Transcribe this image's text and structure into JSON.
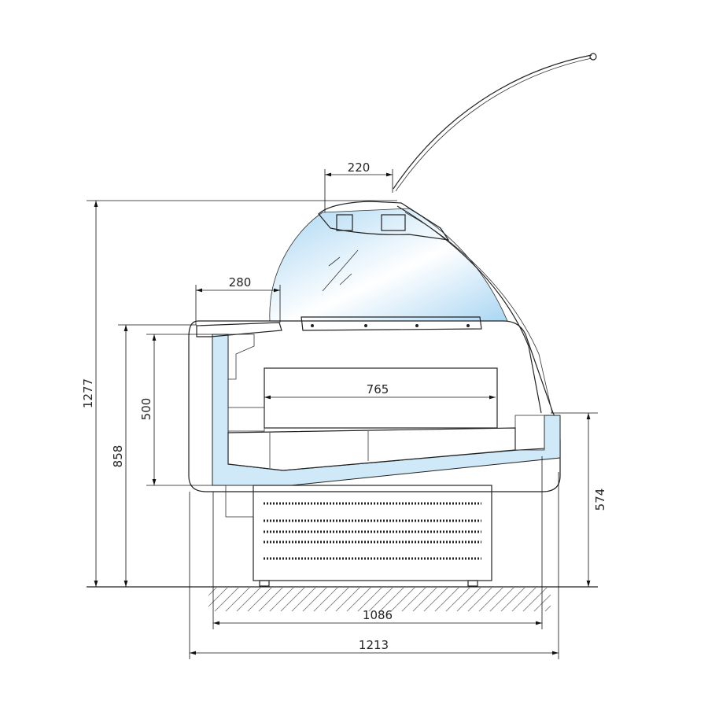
{
  "drawing": {
    "type": "refrigerated display counter side elevation",
    "colors": {
      "insulation": "#cfe9f8",
      "glass": "#bfe0f5",
      "line": "#222222"
    }
  },
  "dimensions": {
    "overall_height": "1277",
    "counter_height": "858",
    "display_depth_height": "500",
    "rear_height": "574",
    "base_width": "1086",
    "overall_width": "1213",
    "top_shelf": "220",
    "front_ledge": "280",
    "tray_width": "765"
  }
}
